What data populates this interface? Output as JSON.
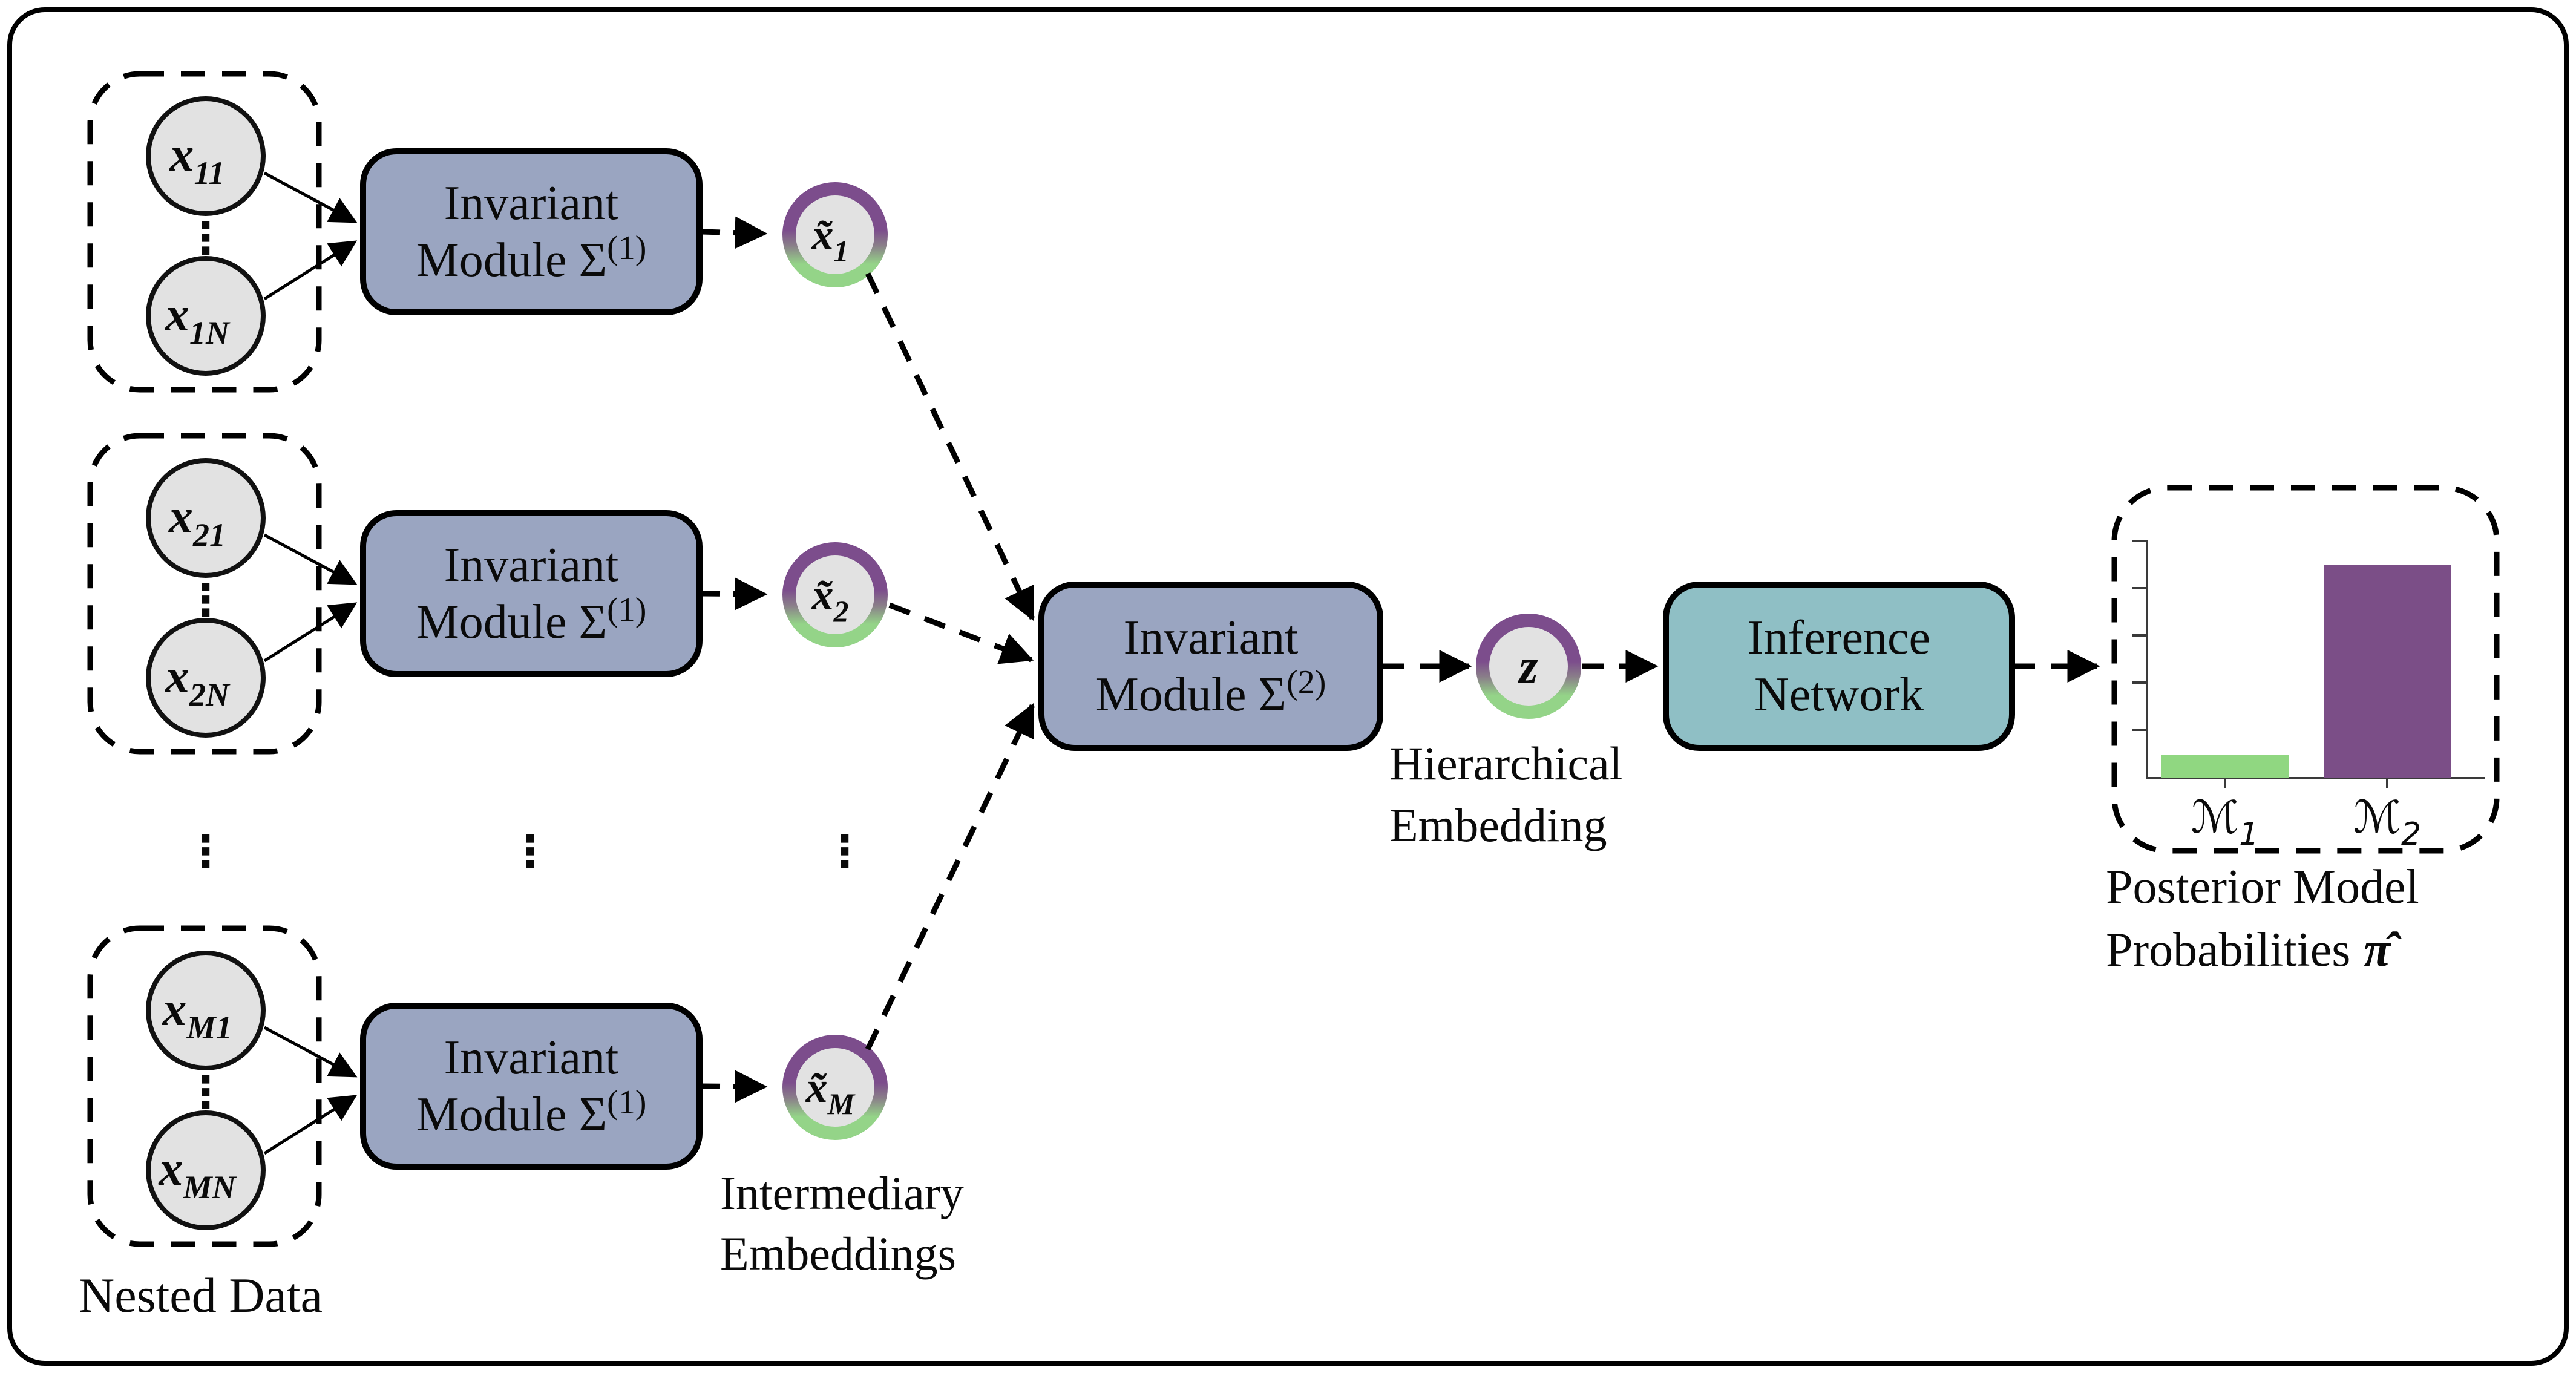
{
  "figure": {
    "kind": "hierarchical-amortized-model-comparison-diagram"
  },
  "colors": {
    "module_fill": "#9aa5c1",
    "inference_fill": "#8fbfc5",
    "node_fill": "#e2e2e2",
    "ring_purple": "#7c4d8c",
    "ring_mid": "#8a8089",
    "ring_green": "#94d488",
    "ellipsis_blue": "#1d4e6b",
    "outline": "#000000"
  },
  "nested_groups": [
    {
      "nodes": [
        {
          "base": "x",
          "sub": "11"
        },
        {
          "base": "x",
          "sub": "1N"
        }
      ]
    },
    {
      "nodes": [
        {
          "base": "x",
          "sub": "21"
        },
        {
          "base": "x",
          "sub": "2N"
        }
      ]
    },
    {
      "nodes": [
        {
          "base": "x",
          "sub": "M1"
        },
        {
          "base": "x",
          "sub": "MN"
        }
      ]
    }
  ],
  "modules": {
    "level1": {
      "line1": "Invariant",
      "line2": "Module Σ",
      "sup": "(1)"
    },
    "level2": {
      "line1": "Invariant",
      "line2": "Module Σ",
      "sup": "(2)"
    },
    "inference": {
      "line1": "Inference",
      "line2": "Network"
    }
  },
  "embeddings": [
    {
      "base": "x̃",
      "sub": "1"
    },
    {
      "base": "x̃",
      "sub": "2"
    },
    {
      "base": "x̃",
      "sub": "M"
    }
  ],
  "z_node": {
    "base": "z"
  },
  "ellipsis_symbol": "⋮",
  "captions": {
    "nested_data": "Nested Data",
    "intermediary_line1": "Intermediary",
    "intermediary_line2": "Embeddings",
    "hierarchical_line1": "Hierarchical",
    "hierarchical_line2": "Embedding",
    "posterior_line1": "Posterior Model",
    "posterior_line2": "Probabilities",
    "posterior_symbol": "π̂"
  },
  "chart_data": {
    "type": "bar",
    "categories": [
      {
        "base": "ℳ",
        "sub": "1"
      },
      {
        "base": "ℳ",
        "sub": "2"
      }
    ],
    "values": [
      0.1,
      0.9
    ],
    "ylim": [
      0,
      1
    ],
    "bar_colors": [
      "#90d781",
      "#7b4e87"
    ],
    "title": "Posterior Model Probabilities",
    "xlabel": "",
    "ylabel": "",
    "y_tick_count": 5,
    "tick_labels": [],
    "legend": "none",
    "grid": false
  }
}
